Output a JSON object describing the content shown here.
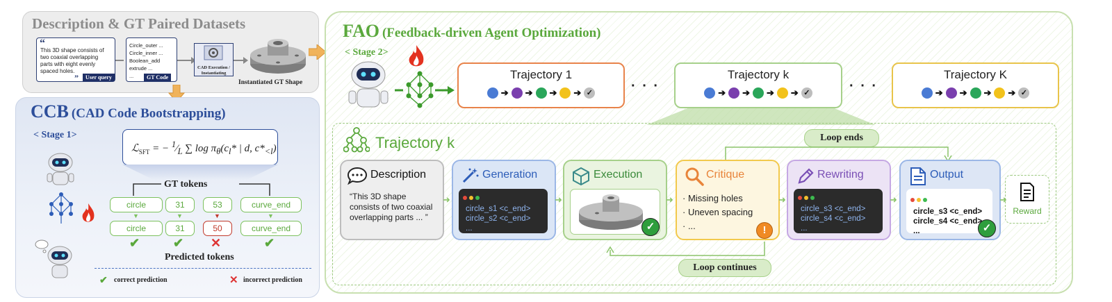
{
  "desc_panel": {
    "title": "Description & GT Paired Datasets",
    "query_text": "This 3D shape consists of two coaxial overlapping parts with eight evenly spaced holes.",
    "user_query_tag": "User query",
    "gt_code_lines": [
      "Circle_outer ...",
      "Circle_inner ...",
      "Boolean_add",
      "extrude ...",
      "..."
    ],
    "gt_code_tag": "GT Code",
    "exec_label": "CAD Execution / Instantiating",
    "shape_label": "Instantiated GT Shape"
  },
  "ccb": {
    "title": "CCB",
    "subtitle": "(CAD Code Bootstrapping)",
    "stage": "< Stage 1>",
    "gt_tokens_label": "GT tokens",
    "gt_tokens": [
      "circle",
      "31",
      "53",
      "curve_end"
    ],
    "pred_tokens": [
      "circle",
      "31",
      "50",
      "curve_end"
    ],
    "pred_correct": [
      true,
      true,
      false,
      true
    ],
    "predicted_label": "Predicted tokens",
    "legend_correct": "correct prediction",
    "legend_incorrect": "incorrect prediction"
  },
  "fao": {
    "title": "FAO",
    "subtitle": "(Feedback-driven Agent Optimization)",
    "stage": "< Stage 2>",
    "trajectories": [
      {
        "label": "Trajectory 1",
        "color": "#e8834a"
      },
      {
        "label": "Trajectory k",
        "color": "#a6d08a"
      },
      {
        "label": "Trajectory K",
        "color": "#e8c44a"
      }
    ],
    "dot_colors": [
      "#4a7bd4",
      "#7a3fae",
      "#2aa65a",
      "#f2c21b"
    ],
    "ellipsis": "· · ·",
    "detail_title": "Trajectory k",
    "loop_ends": "Loop ends",
    "loop_continues": "Loop continues",
    "stages": {
      "description": {
        "label": "Description",
        "text": "“This 3D shape consists of two coaxial overlapping parts ... ”"
      },
      "generation": {
        "label": "Generation",
        "lines": [
          "circle_s1 <c_end>",
          "circle_s2 <c_end>",
          "..."
        ]
      },
      "execution": {
        "label": "Execution"
      },
      "critique": {
        "label": "Critique",
        "items": [
          "· Missing holes",
          "· Uneven spacing",
          "· ..."
        ]
      },
      "rewriting": {
        "label": "Rewriting",
        "lines": [
          "circle_s3 <c_end>",
          "circle_s4 <c_end>",
          "..."
        ]
      },
      "output": {
        "label": "Output",
        "lines": [
          "circle_s3 <c_end>",
          "circle_s4 <c_end>",
          "..."
        ]
      },
      "reward": {
        "label": "Reward"
      }
    }
  }
}
